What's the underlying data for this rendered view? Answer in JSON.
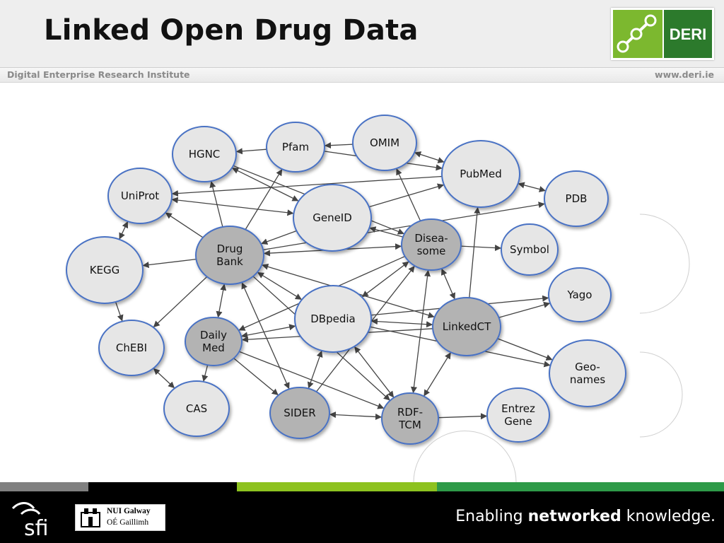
{
  "slide": {
    "title": "Linked Open Drug Data",
    "institute": "Digital Enterprise Research Institute",
    "website": "www.deri.ie",
    "logo_text": "DERI"
  },
  "colors": {
    "header_bg": "#eeeeee",
    "logo_green_light": "#7cb82f",
    "logo_green_dark": "#2c7a2c",
    "node_light_fill": "#e6e6e6",
    "node_dark_fill": "#b3b3b3",
    "node_stroke": "#4a72c4",
    "edge": "#444444",
    "footer_bg": "#000000",
    "stripe_gray": "#808080",
    "stripe_lime": "#8dc21f",
    "stripe_green": "#2e9a48"
  },
  "diagram": {
    "nodes": [
      {
        "id": "hgnc",
        "label": "HGNC",
        "kind": "light"
      },
      {
        "id": "pfam",
        "label": "Pfam",
        "kind": "light"
      },
      {
        "id": "omim",
        "label": "OMIM",
        "kind": "light"
      },
      {
        "id": "pubmed",
        "label": "PubMed",
        "kind": "light"
      },
      {
        "id": "pdb",
        "label": "PDB",
        "kind": "light"
      },
      {
        "id": "uniprot",
        "label": "UniProt",
        "kind": "light"
      },
      {
        "id": "geneid",
        "label": "GeneID",
        "kind": "light"
      },
      {
        "id": "diseasome",
        "label": "Disea-\nsome",
        "kind": "dark"
      },
      {
        "id": "symbol",
        "label": "Symbol",
        "kind": "light"
      },
      {
        "id": "drugbank",
        "label": "Drug\nBank",
        "kind": "dark"
      },
      {
        "id": "kegg",
        "label": "KEGG",
        "kind": "light"
      },
      {
        "id": "yago",
        "label": "Yago",
        "kind": "light"
      },
      {
        "id": "dbpedia",
        "label": "DBpedia",
        "kind": "light"
      },
      {
        "id": "linkedct",
        "label": "LinkedCT",
        "kind": "dark"
      },
      {
        "id": "chebi",
        "label": "ChEBI",
        "kind": "light"
      },
      {
        "id": "dailymed",
        "label": "Daily\nMed",
        "kind": "dark"
      },
      {
        "id": "geonames",
        "label": "Geo-\nnames",
        "kind": "light"
      },
      {
        "id": "cas",
        "label": "CAS",
        "kind": "light"
      },
      {
        "id": "sider",
        "label": "SIDER",
        "kind": "dark"
      },
      {
        "id": "rdftcm",
        "label": "RDF-\nTCM",
        "kind": "dark"
      },
      {
        "id": "entrezgene",
        "label": "Entrez\nGene",
        "kind": "light"
      }
    ],
    "edges": [
      [
        "pfam",
        "hgnc",
        "single"
      ],
      [
        "omim",
        "pfam",
        "single"
      ],
      [
        "omim",
        "pubmed",
        "double"
      ],
      [
        "pubmed",
        "pdb",
        "double"
      ],
      [
        "pubmed",
        "uniprot",
        "single"
      ],
      [
        "drugbank",
        "pdb",
        "single"
      ],
      [
        "uniprot",
        "geneid",
        "double"
      ],
      [
        "hgnc",
        "geneid",
        "double"
      ],
      [
        "hgnc",
        "diseasome",
        "single"
      ],
      [
        "pfam",
        "pubmed",
        "single"
      ],
      [
        "drugbank",
        "hgnc",
        "single"
      ],
      [
        "drugbank",
        "uniprot",
        "single"
      ],
      [
        "drugbank",
        "pfam",
        "single"
      ],
      [
        "drugbank",
        "kegg",
        "single"
      ],
      [
        "drugbank",
        "chebi",
        "single"
      ],
      [
        "drugbank",
        "dailymed",
        "double"
      ],
      [
        "drugbank",
        "sider",
        "double"
      ],
      [
        "drugbank",
        "dbpedia",
        "double"
      ],
      [
        "drugbank",
        "linkedct",
        "double"
      ],
      [
        "drugbank",
        "rdftcm",
        "single"
      ],
      [
        "diseasome",
        "drugbank",
        "double"
      ],
      [
        "geneid",
        "drugbank",
        "single"
      ],
      [
        "kegg",
        "uniprot",
        "double"
      ],
      [
        "kegg",
        "chebi",
        "single"
      ],
      [
        "chebi",
        "cas",
        "double"
      ],
      [
        "dailymed",
        "cas",
        "single"
      ],
      [
        "diseasome",
        "omim",
        "single"
      ],
      [
        "diseasome",
        "geneid",
        "single"
      ],
      [
        "geneid",
        "pubmed",
        "single"
      ],
      [
        "diseasome",
        "symbol",
        "single"
      ],
      [
        "diseasome",
        "linkedct",
        "double"
      ],
      [
        "diseasome",
        "dbpedia",
        "double"
      ],
      [
        "diseasome",
        "dailymed",
        "single"
      ],
      [
        "diseasome",
        "rdftcm",
        "double"
      ],
      [
        "linkedct",
        "pubmed",
        "single"
      ],
      [
        "linkedct",
        "dbpedia",
        "double"
      ],
      [
        "linkedct",
        "dailymed",
        "single"
      ],
      [
        "linkedct",
        "yago",
        "single"
      ],
      [
        "linkedct",
        "geonames",
        "single"
      ],
      [
        "dbpedia",
        "yago",
        "single"
      ],
      [
        "dbpedia",
        "geonames",
        "single"
      ],
      [
        "dbpedia",
        "dailymed",
        "double"
      ],
      [
        "dbpedia",
        "sider",
        "double"
      ],
      [
        "dbpedia",
        "rdftcm",
        "double"
      ],
      [
        "dailymed",
        "rdftcm",
        "single"
      ],
      [
        "dailymed",
        "sider",
        "single"
      ],
      [
        "sider",
        "rdftcm",
        "double"
      ],
      [
        "rdftcm",
        "entrezgene",
        "single"
      ],
      [
        "rdftcm",
        "linkedct",
        "double"
      ],
      [
        "sider",
        "diseasome",
        "single"
      ]
    ]
  },
  "footer": {
    "sfi_label": "sfi",
    "nui_name": "NUI Galway",
    "nui_irish": "OÉ Gaillimh",
    "tagline_pre": "Enabling ",
    "tagline_bold": "networked",
    "tagline_post": " knowledge."
  }
}
